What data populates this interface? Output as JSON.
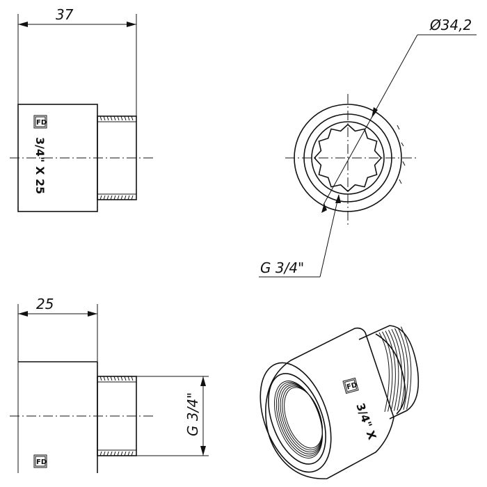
{
  "dimensions": {
    "top_width": "37",
    "diameter": "Ø34,2",
    "thread": "G 3/4\"",
    "bottom_width": "25",
    "side_thread": "G 3/4\""
  },
  "marking": "3/4\" X 25",
  "logo_text": "FD",
  "iso_marking": "3/4\" X"
}
